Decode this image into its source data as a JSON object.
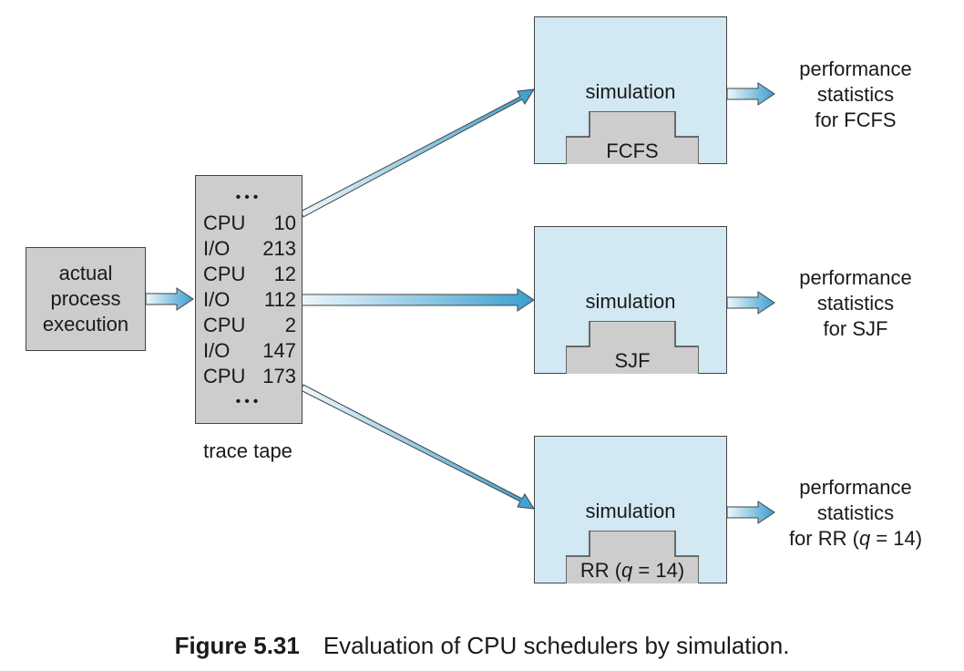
{
  "source": {
    "label": "actual process execution",
    "lines": [
      "actual",
      "process",
      "execution"
    ]
  },
  "trace_tape": {
    "label": "trace tape",
    "ellipsis": "•••",
    "entries": [
      {
        "op": "CPU",
        "value": "10"
      },
      {
        "op": "I/O",
        "value": "213"
      },
      {
        "op": "CPU",
        "value": "12"
      },
      {
        "op": "I/O",
        "value": "112"
      },
      {
        "op": "CPU",
        "value": "2"
      },
      {
        "op": "I/O",
        "value": "147"
      },
      {
        "op": "CPU",
        "value": "173"
      }
    ]
  },
  "simulations": [
    {
      "title": "simulation",
      "scheduler": "FCFS",
      "output_lines": [
        "performance",
        "statistics",
        "for FCFS"
      ]
    },
    {
      "title": "simulation",
      "scheduler": "SJF",
      "output_lines": [
        "performance",
        "statistics",
        "for SJF"
      ]
    },
    {
      "title": "simulation",
      "scheduler_parts": [
        "RR (",
        "q",
        " = 14)"
      ],
      "output_lines": [
        "performance",
        "statistics"
      ],
      "output_last_parts": [
        "for RR (",
        "q",
        " = 14)"
      ]
    }
  ],
  "caption": {
    "number": "Figure 5.31",
    "text": "Evaluation of CPU schedulers by simulation."
  },
  "colors": {
    "gray_box": "#cdcdcd",
    "sim_box": "#d2e8f2",
    "arrow_light": "#e8f4fa",
    "arrow_dark": "#3a9fcf"
  }
}
